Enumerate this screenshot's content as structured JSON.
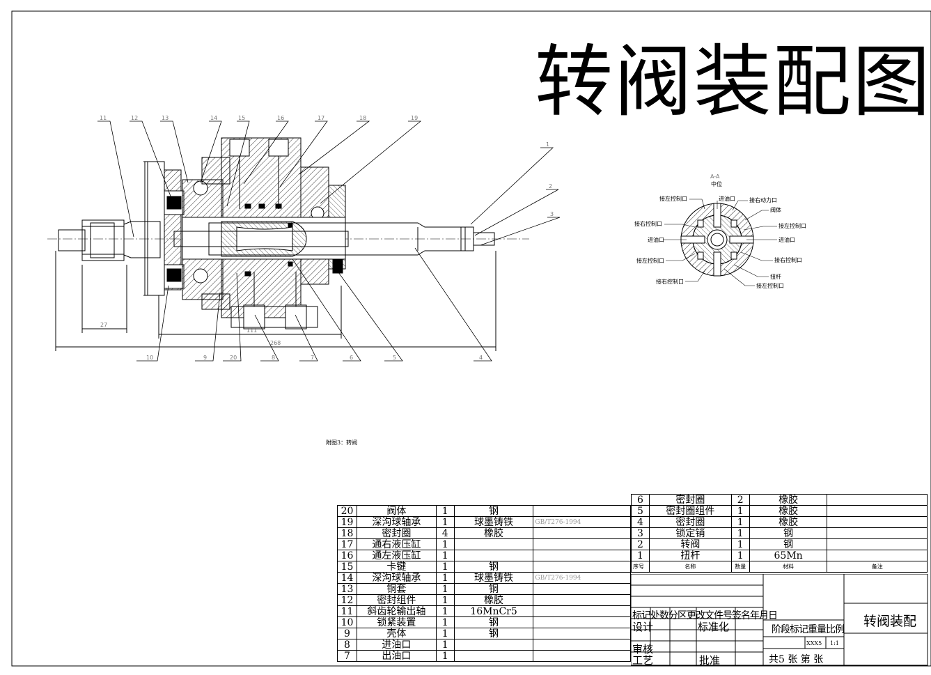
{
  "title": "转阀装配图",
  "caption": "附图3：转阀",
  "section": {
    "label": "A-A",
    "sub": "中位"
  },
  "section_labels": {
    "top_in": "进油口",
    "top_left": "接左控制口",
    "top_right": "接右动力口",
    "body": "阀体",
    "left1": "接右控制口",
    "right1": "接左控制口",
    "left_in": "进油口",
    "right_in": "进油口",
    "left2": "接左控制口",
    "right2": "接右控制口",
    "bot_left": "接右控制口",
    "bot_right1": "扭杆",
    "bot_right2": "接左控制口"
  },
  "balloons_top": [
    "11",
    "12",
    "13",
    "14",
    "15",
    "16",
    "17",
    "18",
    "19"
  ],
  "balloons_right": [
    "1",
    "2",
    "3"
  ],
  "balloons_bottom": [
    "10",
    "9",
    "20",
    "8",
    "7",
    "6",
    "5",
    "4"
  ],
  "dims": {
    "d27": "27",
    "d111": "111",
    "d268": "268"
  },
  "bom_left": [
    {
      "no": "20",
      "name": "阀体",
      "qty": "1",
      "mat": "钢",
      "std": ""
    },
    {
      "no": "19",
      "name": "深沟球轴承",
      "qty": "1",
      "mat": "球墨铸铁",
      "std": "GB/T276-1994"
    },
    {
      "no": "18",
      "name": "密封圈",
      "qty": "4",
      "mat": "橡胶",
      "std": ""
    },
    {
      "no": "17",
      "name": "通右液压缸",
      "qty": "1",
      "mat": "",
      "std": ""
    },
    {
      "no": "16",
      "name": "通左液压缸",
      "qty": "1",
      "mat": "",
      "std": ""
    },
    {
      "no": "15",
      "name": "卡键",
      "qty": "1",
      "mat": "钢",
      "std": ""
    },
    {
      "no": "14",
      "name": "深沟球轴承",
      "qty": "1",
      "mat": "球墨铸铁",
      "std": "GB/T276-1994"
    },
    {
      "no": "13",
      "name": "铜套",
      "qty": "1",
      "mat": "铜",
      "std": ""
    },
    {
      "no": "12",
      "name": "密封组件",
      "qty": "1",
      "mat": "橡胶",
      "std": ""
    },
    {
      "no": "11",
      "name": "斜齿轮输出轴",
      "qty": "1",
      "mat": "16MnCr5",
      "std": ""
    },
    {
      "no": "10",
      "name": "锁紧装置",
      "qty": "1",
      "mat": "钢",
      "std": ""
    },
    {
      "no": "9",
      "name": "壳体",
      "qty": "1",
      "mat": "钢",
      "std": ""
    },
    {
      "no": "8",
      "name": "进油口",
      "qty": "1",
      "mat": "",
      "std": ""
    },
    {
      "no": "7",
      "name": "出油口",
      "qty": "1",
      "mat": "",
      "std": ""
    }
  ],
  "bom_right": [
    {
      "no": "6",
      "name": "密封圈",
      "qty": "2",
      "mat": "橡胶"
    },
    {
      "no": "5",
      "name": "密封圈组件",
      "qty": "1",
      "mat": "橡胶"
    },
    {
      "no": "4",
      "name": "密封圈",
      "qty": "1",
      "mat": "橡胶"
    },
    {
      "no": "3",
      "name": "锁定销",
      "qty": "1",
      "mat": "钢"
    },
    {
      "no": "2",
      "name": "转阀",
      "qty": "1",
      "mat": "钢"
    },
    {
      "no": "1",
      "name": "扭杆",
      "qty": "1",
      "mat": "65Mn"
    }
  ],
  "bom_header": {
    "no": "序号",
    "name": "名称",
    "qty": "数量",
    "mat": "材料",
    "note": "备注"
  },
  "title_block": {
    "row1": "标记处数分区更改文件号签名年月日",
    "design": "设计",
    "standard": "标准化",
    "stage": "阶段标记重量比例",
    "review": "审核",
    "process": "工艺",
    "approve": "批准",
    "scale_code": "XXX5",
    "scale": "1:1",
    "sheets": "共5  张 第   张",
    "name": "转阀装配"
  }
}
